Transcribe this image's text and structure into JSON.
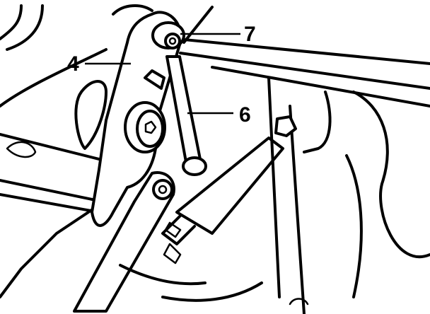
{
  "callouts": [
    {
      "id": "callout-4",
      "label": "4"
    },
    {
      "id": "callout-6",
      "label": "6"
    },
    {
      "id": "callout-7",
      "label": "7"
    }
  ]
}
